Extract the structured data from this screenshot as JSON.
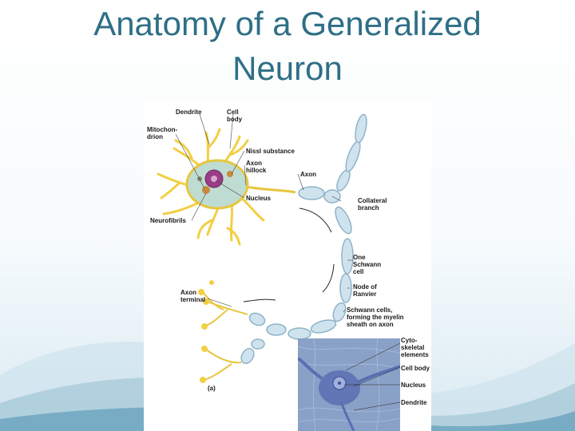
{
  "slide": {
    "title": "Anatomy of a Generalized Neuron"
  },
  "figure": {
    "labels": {
      "dendrite": "Dendrite",
      "cell_body": "Cell\nbody",
      "mitochondrion": "Mitochon-\ndrion",
      "nissl": "Nissl substance",
      "axon_hillock": "Axon\nhillock",
      "axon": "Axon",
      "nucleus": "Nucleus",
      "neurofibrils": "Neurofibrils",
      "collateral": "Collateral\nbranch",
      "schwann_cell": "One\nSchwann\ncell",
      "node_ranvier": "Node of\nRanvier",
      "axon_terminal": "Axon\nterminal",
      "myelin_sheath": "Schwann cells,\nforming the myelin\nsheath on axon",
      "cytoskeletal": "Cyto-\nskeletal\nelements",
      "micro_cell_body": "Cell body",
      "micro_nucleus": "Nucleus",
      "micro_dendrite": "Dendrite",
      "panel": "(a)"
    },
    "colors": {
      "dendrite": "#f2cf44",
      "myelin": "#cfe3ee",
      "myelin_edge": "#8fb3c8",
      "nucleus": "#9a3d86",
      "micro_bg": "#8aa1c7"
    }
  }
}
